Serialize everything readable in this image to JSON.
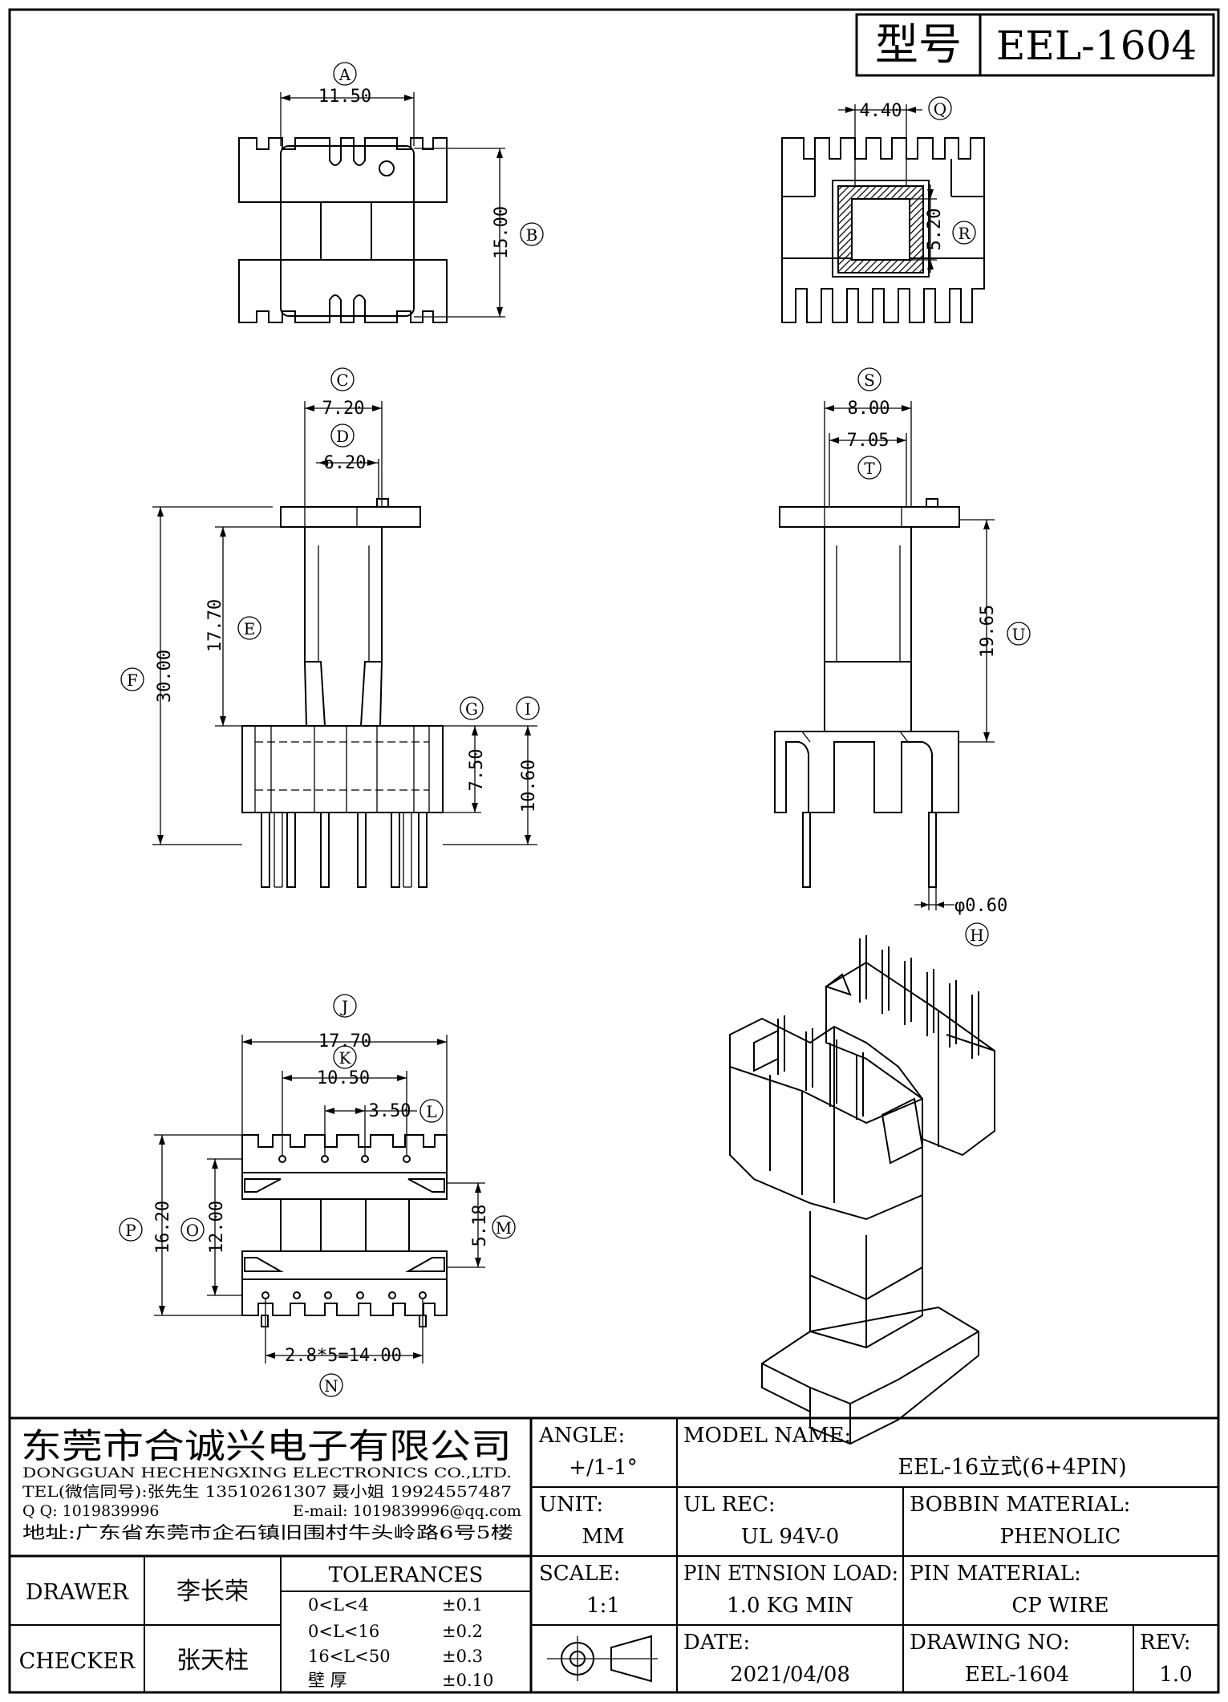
{
  "title_block": {
    "model_label": "型号",
    "model_value": "EEL-1604"
  },
  "dimensions": {
    "A": "11.50",
    "A_mark": "A",
    "B": "15.00",
    "B_mark": "B",
    "Q": "4.40",
    "Q_mark": "Q",
    "R": "5.20",
    "R_mark": "R",
    "C": "7.20",
    "C_mark": "C",
    "D": "6.20",
    "D_mark": "D",
    "E": "17.70",
    "E_mark": "E",
    "F": "30.00",
    "F_mark": "F",
    "G": "7.50",
    "G_mark": "G",
    "I": "10.60",
    "I_mark": "I",
    "S": "8.00",
    "S_mark": "S",
    "T": "7.05",
    "T_mark": "T",
    "U": "19.65",
    "U_mark": "U",
    "H": "φ0.60",
    "H_mark": "H",
    "J": "17.70",
    "J_mark": "J",
    "K": "10.50",
    "K_mark": "K",
    "L": "3.50",
    "L_mark": "L",
    "M": "5.18",
    "M_mark": "M",
    "O": "12.00",
    "O_mark": "O",
    "P": "16.20",
    "P_mark": "P",
    "N": "2.8*5=14.00",
    "N_mark": "N"
  },
  "company": {
    "name_cn": "东莞市合诚兴电子有限公司",
    "name_en": "DONGGUAN HECHENGXING ELECTRONICS CO.,LTD.",
    "tel": "TEL(微信同号):张先生 13510261307 聂小姐 19924557487",
    "qq": "Q Q: 1019839996",
    "email": "E-mail: 1019839996@qq.com",
    "address": "地址:广东省东莞市企石镇旧围村牛头岭路6号5楼"
  },
  "fields": {
    "angle_label": "ANGLE:",
    "angle_value": "+/1-1°",
    "unit_label": "UNIT:",
    "unit_value": "MM",
    "scale_label": "SCALE:",
    "scale_value": "1:1",
    "model_name_label": "MODEL NAME:",
    "model_name_value": "EEL-16立式(6+4PIN)",
    "ul_rec_label": "UL REC:",
    "ul_rec_value": "UL 94V-0",
    "bobbin_material_label": "BOBBIN MATERIAL:",
    "bobbin_material_value": "PHENOLIC",
    "pin_extension_label": "PIN ETNSION LOAD:",
    "pin_extension_value": "1.0 KG MIN",
    "pin_material_label": "PIN MATERIAL:",
    "pin_material_value": "CP WIRE",
    "date_label": "DATE:",
    "date_value": "2021/04/08",
    "drawing_no_label": "DRAWING NO:",
    "drawing_no_value": "EEL-1604",
    "rev_label": "REV:",
    "rev_value": "1.0",
    "drawer_label": "DRAWER",
    "drawer_value": "李长荣",
    "checker_label": "CHECKER",
    "checker_value": "张天柱"
  },
  "tolerances": {
    "title": "TOLERANCES",
    "rows": [
      {
        "range": "0<L<4",
        "value": "±0.1"
      },
      {
        "range": "0<L<16",
        "value": "±0.2"
      },
      {
        "range": "16<L<50",
        "value": "±0.3"
      },
      {
        "range": "壁    厚",
        "value": "±0.10"
      }
    ]
  }
}
